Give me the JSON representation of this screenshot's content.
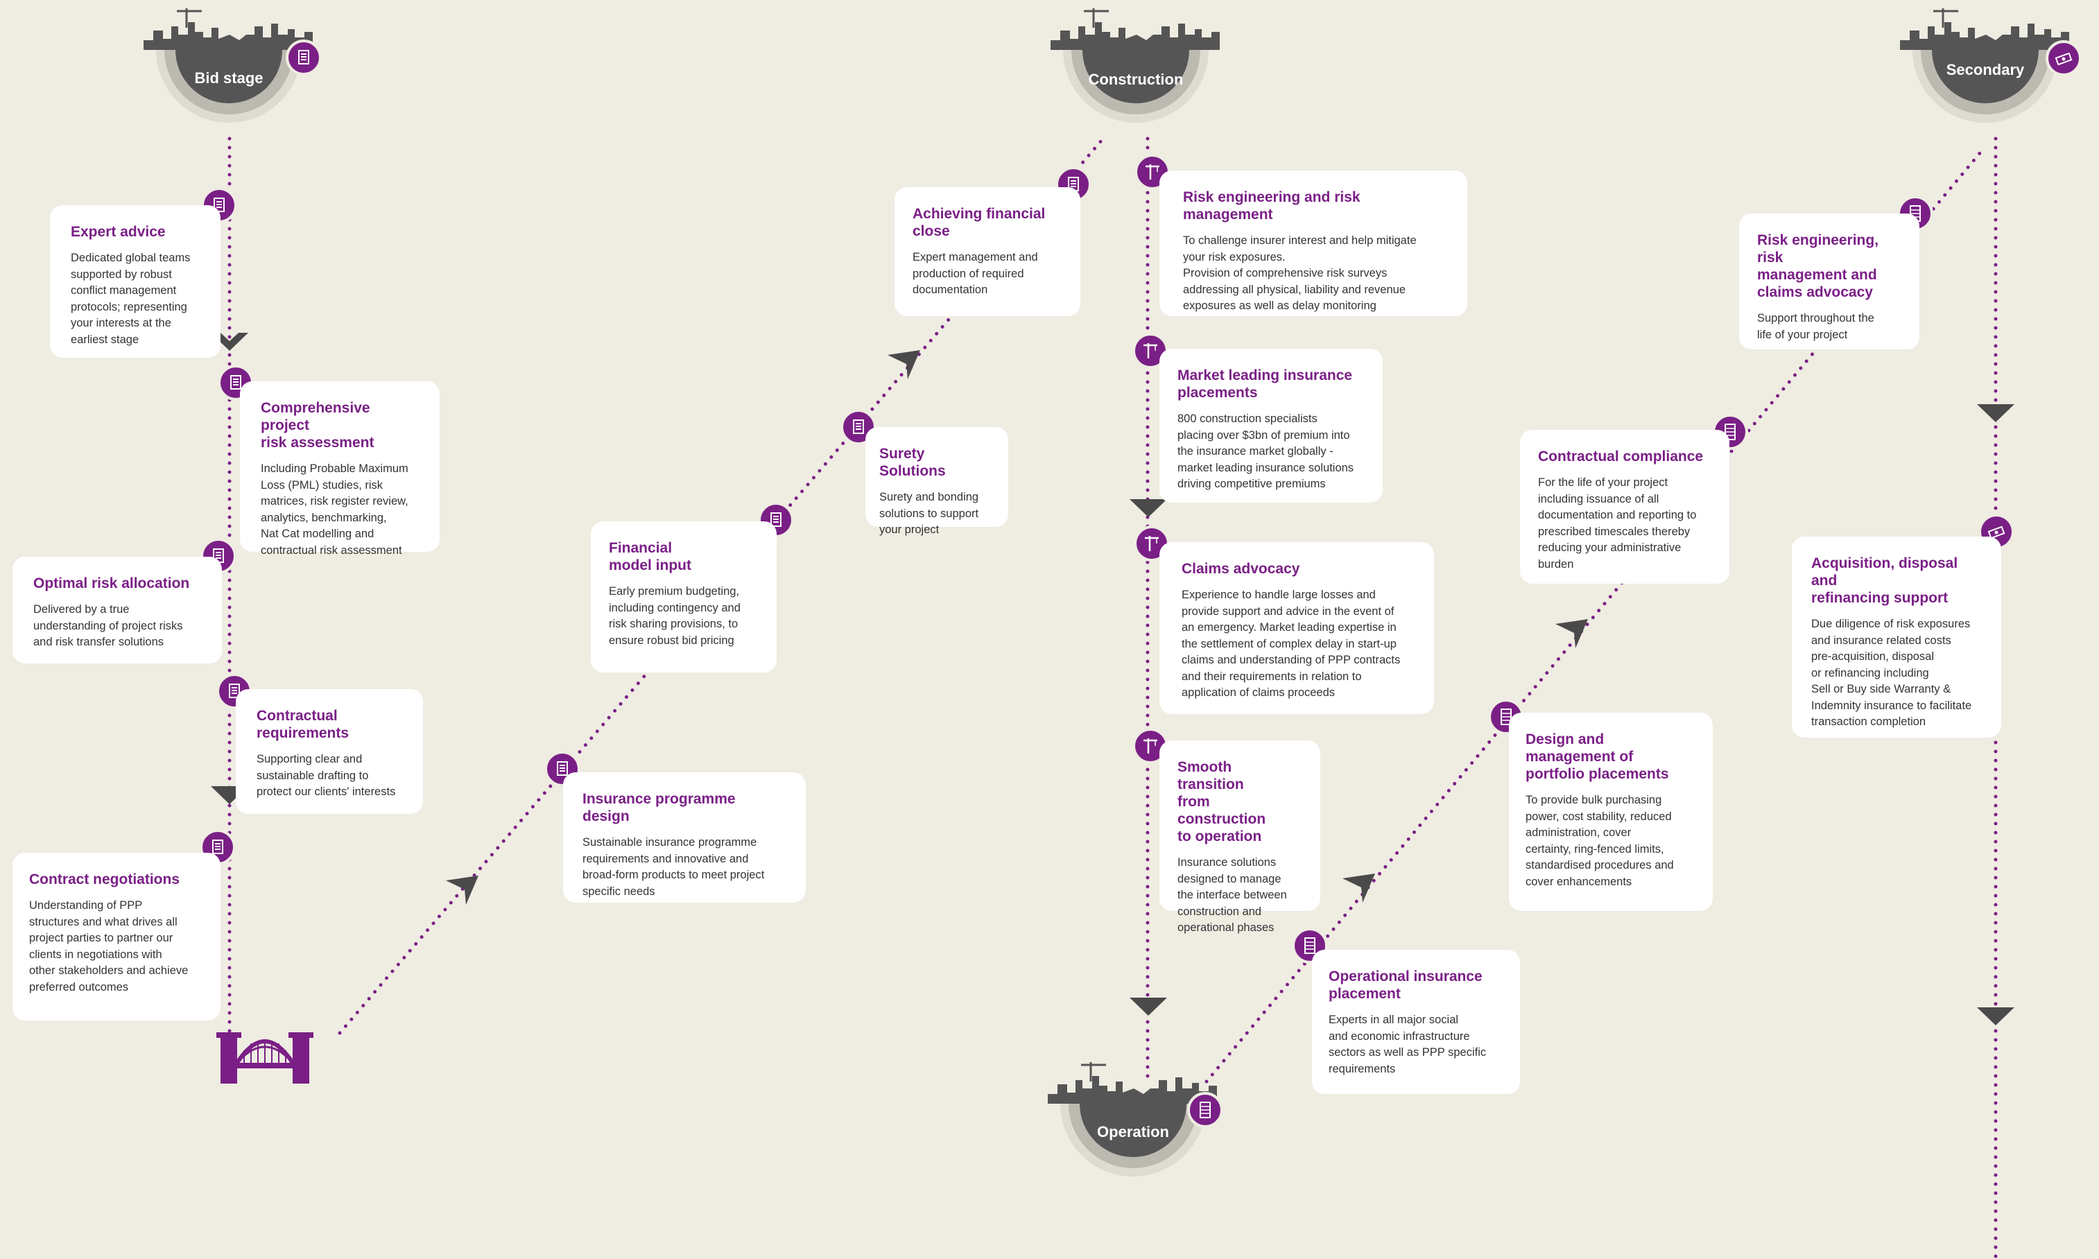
{
  "colors": {
    "accent": "#7a1f86",
    "background": "#efece2",
    "stage": "#555555",
    "chevron": "#4a4a4a",
    "card": "#ffffff"
  },
  "stages": {
    "bid": "Bid stage",
    "construction": "Construction",
    "secondary": "Secondary",
    "operation": "Operation"
  },
  "cards": {
    "expert_advice": {
      "title": "Expert advice",
      "text": "Dedicated global teams\nsupported by robust\nconflict management\nprotocols; representing\nyour interests at the\nearliest stage"
    },
    "comprehensive_assessment": {
      "title": "Comprehensive project\nrisk assessment",
      "text": "Including Probable Maximum\nLoss (PML) studies, risk\nmatrices, risk register review,\nanalytics, benchmarking,\nNat Cat modelling and\ncontractual risk assessment"
    },
    "optimal_allocation": {
      "title": "Optimal risk allocation",
      "text": "Delivered by a true\nunderstanding of project risks\nand risk transfer solutions"
    },
    "contractual_requirements": {
      "title": "Contractual\nrequirements",
      "text": "Supporting clear and\nsustainable drafting to\nprotect our clients' interests"
    },
    "contract_negotiations": {
      "title": "Contract negotiations",
      "text": "Understanding of PPP\nstructures and what drives all\nproject parties to partner our\nclients in negotiations with\nother stakeholders and achieve\npreferred outcomes"
    },
    "financial_model": {
      "title": "Financial\nmodel input",
      "text": "Early premium budgeting,\nincluding contingency and\nrisk sharing provisions, to\nensure robust bid pricing"
    },
    "insurance_programme": {
      "title": "Insurance programme design",
      "text": "Sustainable insurance programme\nrequirements and innovative and\nbroad-form products to meet project\nspecific needs"
    },
    "surety": {
      "title": "Surety Solutions",
      "text": "Surety and bonding\nsolutions to support\nyour project"
    },
    "financial_close": {
      "title": "Achieving financial\nclose",
      "text": "Expert management and\nproduction of required\ndocumentation"
    },
    "risk_engineering": {
      "title": "Risk engineering and risk management",
      "text": "To challenge insurer interest and help mitigate\nyour risk exposures.\nProvision of comprehensive risk surveys\naddressing all physical, liability and revenue\nexposures as well as delay monitoring"
    },
    "market_leading": {
      "title": "Market leading insurance\nplacements",
      "text": "800 construction specialists\nplacing over $3bn of premium into\nthe insurance market globally -\nmarket leading insurance solutions\ndriving competitive premiums"
    },
    "claims_advocacy": {
      "title": "Claims advocacy",
      "text": "Experience to handle large losses and\nprovide support and advice in the event of\nan emergency. Market leading expertise in\nthe settlement of complex delay in start-up\nclaims and understanding of PPP contracts\nand their requirements in relation to\napplication of claims proceeds"
    },
    "smooth_transition": {
      "title": "Smooth transition\nfrom construction\nto operation",
      "text": "Insurance solutions\ndesigned to manage\nthe interface between\nconstruction and\noperational phases"
    },
    "operational_placement": {
      "title": "Operational insurance\nplacement",
      "text": "Experts in all major social\nand economic infrastructure\nsectors as well as PPP specific\nrequirements"
    },
    "design_management": {
      "title": "Design and\nmanagement of\nportfolio placements",
      "text": "To provide bulk purchasing\npower, cost stability, reduced\nadministration, cover\ncertainty, ring-fenced limits,\nstandardised procedures and\ncover enhancements"
    },
    "contractual_compliance": {
      "title": "Contractual compliance",
      "text": "For the life of your project\nincluding issuance of all\ndocumentation and reporting to\nprescribed timescales thereby\nreducing your administrative\nburden"
    },
    "risk_claims_advocacy": {
      "title": "Risk engineering, risk\nmanagement and\nclaims advocacy",
      "text": "Support throughout the\nlife of your project"
    },
    "acquisition": {
      "title": "Acquisition, disposal and\nrefinancing support",
      "text": "Due diligence of risk exposures\nand insurance related costs\npre-acquisition, disposal\nor refinancing including\nSell or Buy side Warranty &\nIndemnity insurance to facilitate\ntransaction completion"
    }
  },
  "icons": [
    "document-icon",
    "crane-icon",
    "building-icon",
    "cash-icon",
    "bridge-icon"
  ]
}
